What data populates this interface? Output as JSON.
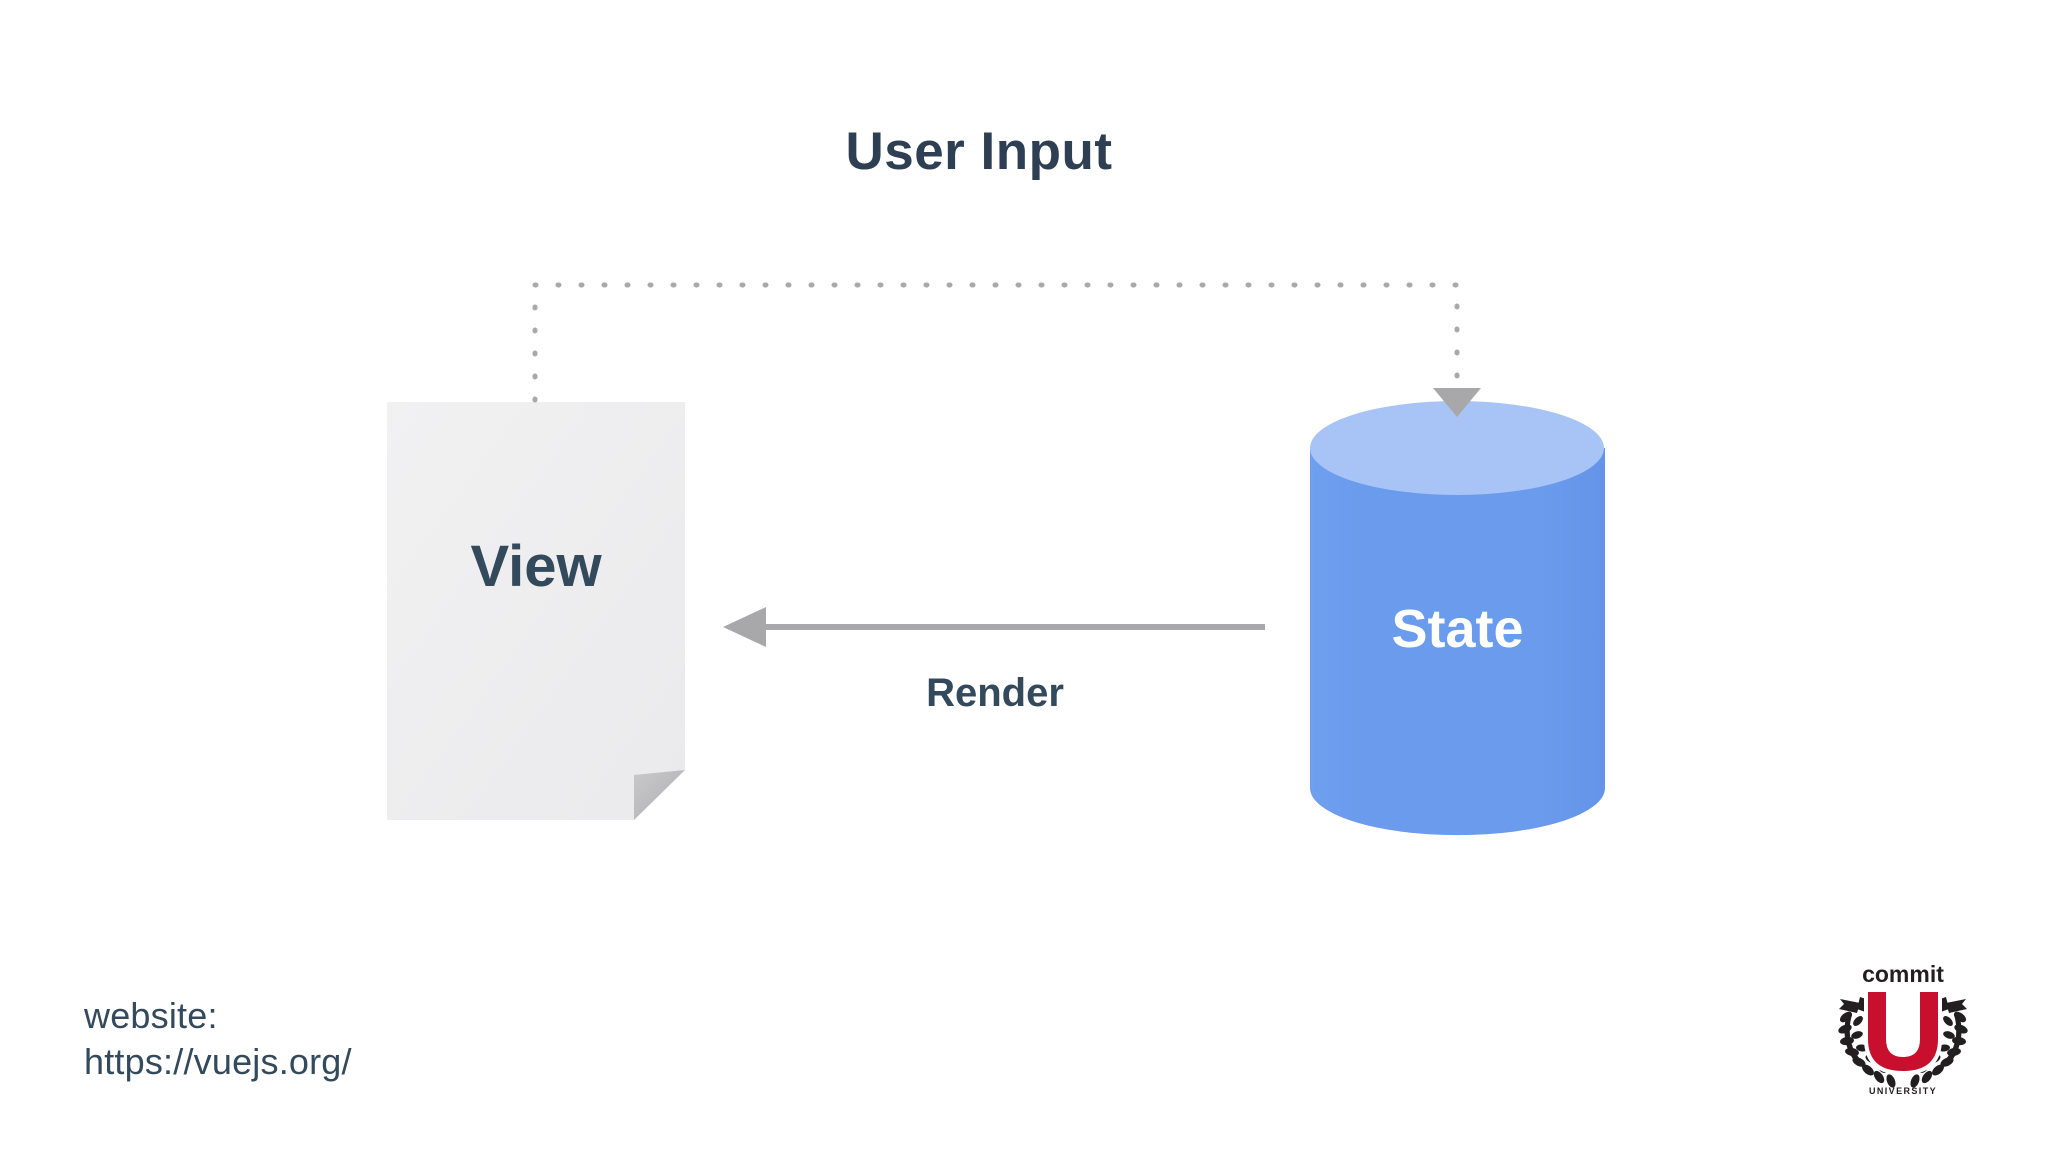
{
  "slide": {
    "background_color": "#ffffff",
    "title": "User Input",
    "diagram": {
      "nodes": [
        {
          "id": "view",
          "label": "View",
          "shape": "document",
          "fill_color": "#eeeeef",
          "fold_color": "#b5b5b8",
          "text_color": "#33495c"
        },
        {
          "id": "state",
          "label": "State",
          "shape": "cylinder",
          "fill_color": "#6a9bec",
          "top_color": "#a8c3f5",
          "text_color": "#ffffff"
        }
      ],
      "edges": [
        {
          "id": "user-input-edge",
          "label": "User Input",
          "from": "view",
          "to": "state",
          "style": "dotted",
          "color": "#a9a9ab",
          "arrow": "down"
        },
        {
          "id": "render-edge",
          "label": "Render",
          "from": "state",
          "to": "view",
          "style": "solid",
          "color": "#a9a9ab",
          "arrow": "left"
        }
      ]
    },
    "footnote": {
      "line1": "website:",
      "line2": "https://vuejs.org/",
      "text_color": "#33495c"
    },
    "logo": {
      "top_text": "commit",
      "letter": "U",
      "bottom_text": "UNIVERSITY",
      "primary_color": "#c8102e",
      "dark_color": "#231f20"
    }
  }
}
